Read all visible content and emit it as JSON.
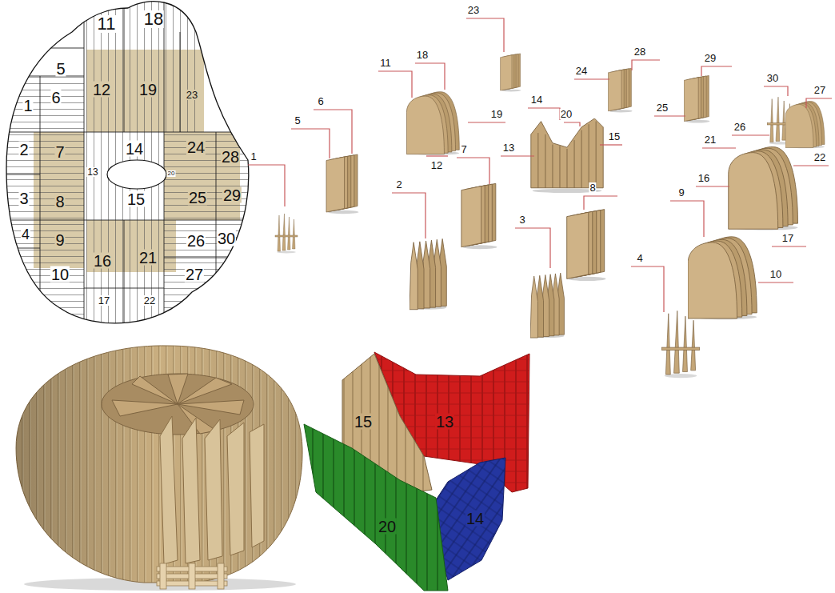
{
  "diagram": {
    "labels": [
      "11",
      "18",
      "5",
      "6",
      "1",
      "12",
      "19",
      "23",
      "2",
      "7",
      "14",
      "24",
      "28",
      "13",
      "20",
      "15",
      "25",
      "29",
      "3",
      "8",
      "4",
      "9",
      "16",
      "21",
      "26",
      "30",
      "10",
      "27",
      "17",
      "22",
      "23",
      "11",
      "18",
      "24",
      "28",
      "29",
      "30",
      "27",
      "6",
      "5",
      "19",
      "14",
      "20",
      "25",
      "26",
      "1",
      "13",
      "15",
      "21",
      "22",
      "12",
      "7",
      "16",
      "2",
      "8",
      "9",
      "17",
      "3",
      "10",
      "4",
      "15",
      "13",
      "20",
      "14"
    ]
  }
}
